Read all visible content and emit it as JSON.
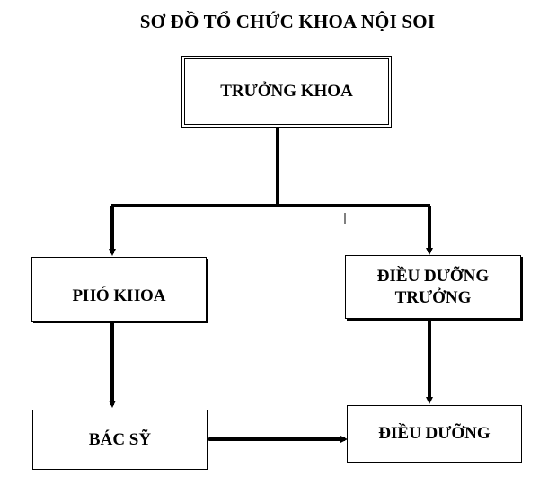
{
  "title": "SƠ ĐỒ TỔ CHỨC KHOA NỘI SOI",
  "nodes": {
    "head": {
      "label": "TRƯỞNG KHOA"
    },
    "deputy": {
      "label": "PHÓ KHOA"
    },
    "head_nurse": {
      "label": "ĐIỀU DƯỠNG TRƯỞNG"
    },
    "doctor": {
      "label": "BÁC SỸ"
    },
    "nurse": {
      "label": "ĐIỀU DƯỠNG"
    }
  },
  "colors": {
    "line": "#000000",
    "background": "#ffffff"
  }
}
